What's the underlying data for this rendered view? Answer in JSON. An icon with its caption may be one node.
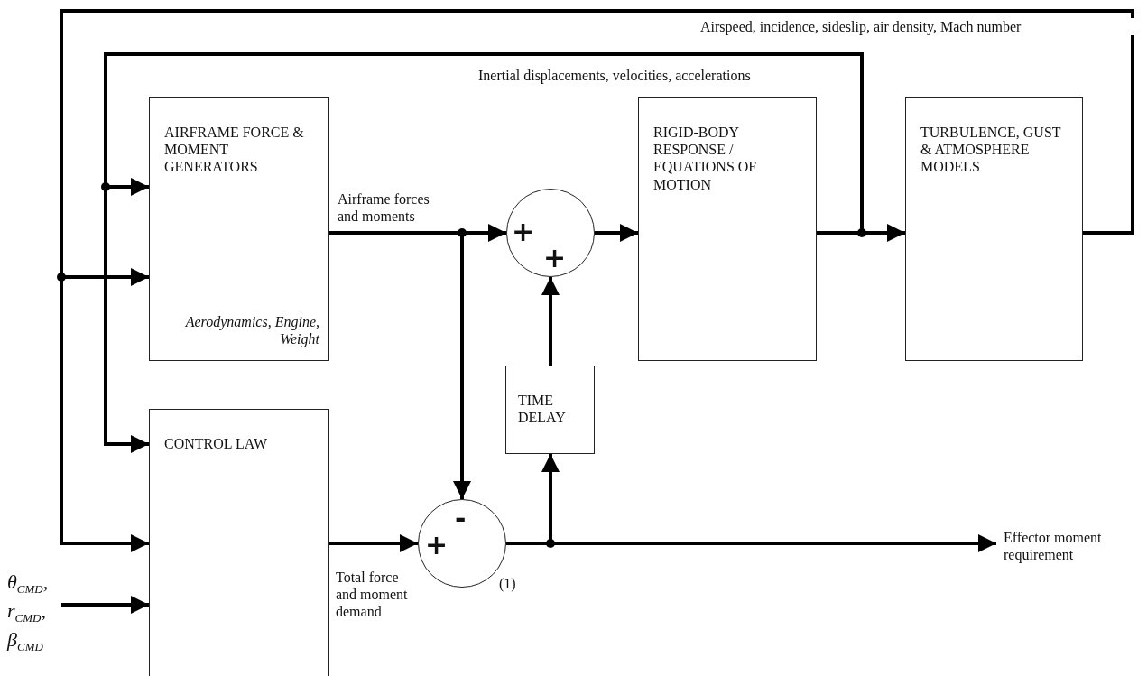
{
  "diagram": {
    "nodes": [
      {
        "text": [
          "AIRFRAME FORCE & MOMENT GENERATORS",
          "Aerodynamics, Engine, Weight"
        ]
      },
      {
        "text": [
          "+",
          "+"
        ]
      },
      {
        "text": [
          "RIGID-BODY RESPONSE / EQUATIONS OF MOTION"
        ]
      },
      {
        "text": [
          "TURBULENCE, GUST & ATMOSPHERE MODELS"
        ]
      },
      {
        "text": [
          "TIME DELAY"
        ]
      },
      {
        "text": [
          "CONTROL LAW"
        ]
      },
      {
        "text": [
          "+",
          "-"
        ],
        "beside": [
          "(1)"
        ]
      },
      {
        "text": [
          "Effector moment requirement"
        ]
      },
      {
        "text": [
          "θ$_{CMD}$,",
          "r$_{CMD}$,",
          "β$_{CMD}$"
        ]
      }
    ],
    "edges": [
      {
        "from": 0,
        "to": 1,
        "arrow": "to",
        "label": "Airframe forces and moments"
      },
      {
        "from": 0,
        "to": 6,
        "arrow": "to"
      },
      {
        "from": 4,
        "to": 1,
        "arrow": "to"
      },
      {
        "from": 1,
        "to": 2,
        "arrow": "to"
      },
      {
        "from": 2,
        "to": 3,
        "arrow": "to"
      },
      {
        "from": 2,
        "to": 0,
        "arrow": "to",
        "label": "Inertial displacements, velocities, accelerations"
      },
      {
        "from": 2,
        "to": 5,
        "arrow": "to"
      },
      {
        "from": 3,
        "to": 0,
        "arrow": "to",
        "label": "Airspeed, incidence, sideslip, air density, Mach number"
      },
      {
        "from": 3,
        "to": 5,
        "arrow": "to"
      },
      {
        "from": 5,
        "to": 6,
        "arrow": "to",
        "label": "Total force and moment demand"
      },
      {
        "from": 6,
        "to": 4,
        "arrow": "to"
      },
      {
        "from": 6,
        "to": 7,
        "arrow": "to"
      },
      {
        "from": 8,
        "to": 5,
        "arrow": "to"
      }
    ]
  }
}
